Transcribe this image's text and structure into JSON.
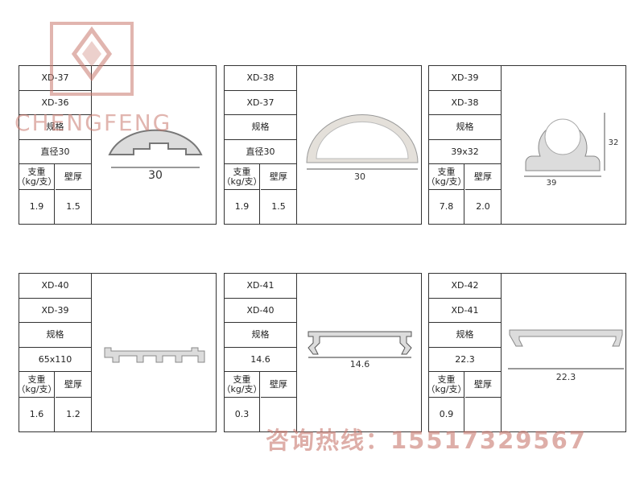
{
  "cards": [
    {
      "r1": "XD-37",
      "r2": "XD-36",
      "r3": "规格",
      "r4": "直径30",
      "weight_label": "支重\n（kg/支）",
      "wall_label": "壁厚",
      "weight": "1.9",
      "wall": "1.5",
      "dim": "30"
    },
    {
      "r1": "XD-38",
      "r2": "XD-37",
      "r3": "规格",
      "r4": "直径30",
      "weight_label": "支重\n（kg/支）",
      "wall_label": "壁厚",
      "weight": "1.9",
      "wall": "1.5",
      "dim": "30"
    },
    {
      "r1": "XD-39",
      "r2": "XD-38",
      "r3": "规格",
      "r4": "39x32",
      "weight_label": "支重\n（kg/支）",
      "wall_label": "壁厚",
      "weight": "7.8",
      "wall": "2.0",
      "dim": "39",
      "dim2": "32"
    },
    {
      "r1": "XD-40",
      "r2": "XD-39",
      "r3": "规格",
      "r4": "65x110",
      "weight_label": "支重\n（kg/支）",
      "wall_label": "壁厚",
      "weight": "1.6",
      "wall": "1.2"
    },
    {
      "r1": "XD-41",
      "r2": "XD-40",
      "r3": "规格",
      "r4": "14.6",
      "weight_label": "支重\n（kg/支）",
      "wall_label": "壁厚",
      "weight": "0.3",
      "wall": "",
      "dim": "14.6"
    },
    {
      "r1": "XD-42",
      "r2": "XD-41",
      "r3": "规格",
      "r4": "22.3",
      "weight_label": "支重\n（kg/支）",
      "wall_label": "壁厚",
      "weight": "0.9",
      "wall": "",
      "dim": "22.3"
    }
  ],
  "watermark": {
    "brand": "CHENGFENG",
    "hotline": "咨询热线：15517329567"
  },
  "colors": {
    "border": "#333333",
    "profile_fill": "#dcdcdc",
    "profile_stroke": "#777777",
    "watermark": "#c8786e"
  }
}
